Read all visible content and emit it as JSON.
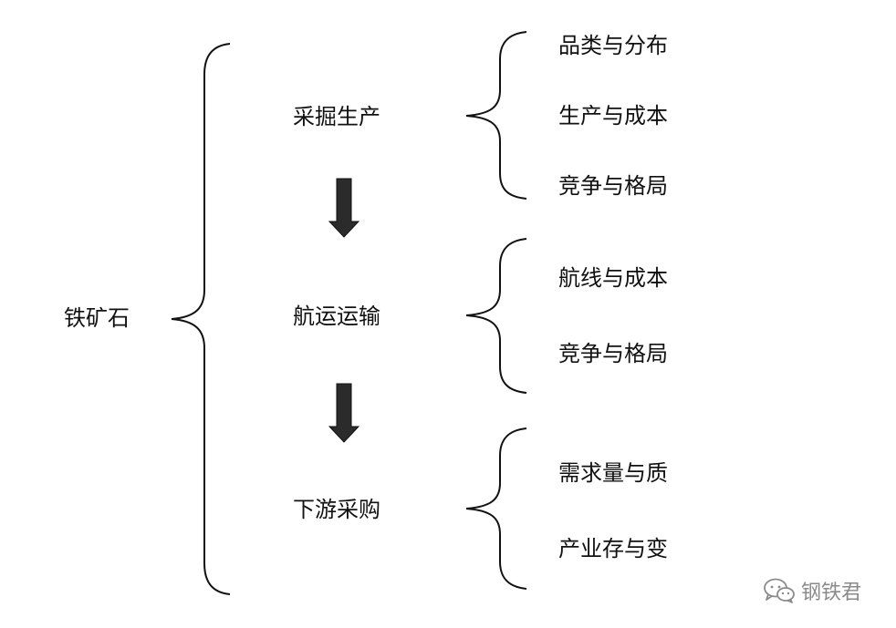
{
  "root": {
    "label": "铁矿石"
  },
  "stages": [
    {
      "label": "采掘生产",
      "items": [
        "品类与分布",
        "生产与成本",
        "竞争与格局"
      ]
    },
    {
      "label": "航运运输",
      "items": [
        "航线与成本",
        "竞争与格局"
      ]
    },
    {
      "label": "下游采购",
      "items": [
        "需求量与质",
        "产业存与变"
      ]
    }
  ],
  "watermark": {
    "text": "钢铁君",
    "icon": "wechat-icon"
  },
  "colors": {
    "line": "#111111",
    "arrow": "#2b2b2b",
    "watermark": "#8a8a8a"
  }
}
